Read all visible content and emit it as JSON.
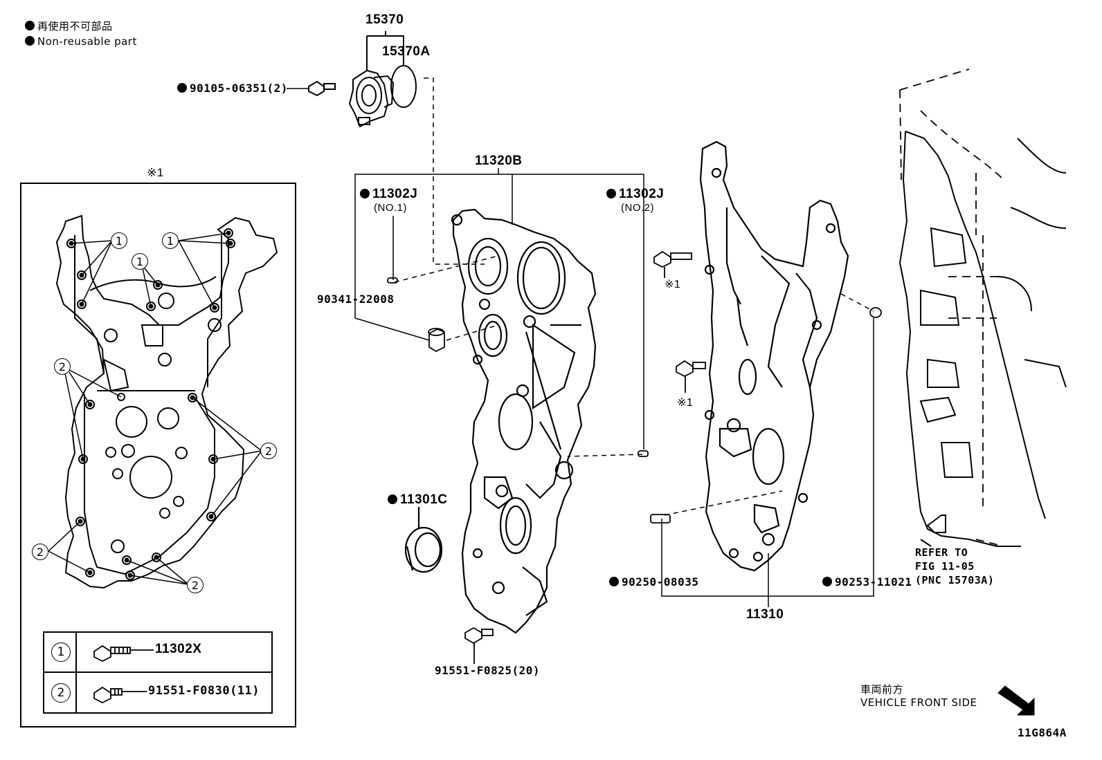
{
  "legend": {
    "ja": "再使用不可部品",
    "en": "Non-reusable part"
  },
  "diagram_code": "11G864A",
  "direction": {
    "ja": "車両前方",
    "en": "VEHICLE FRONT SIDE"
  },
  "inset": {
    "title": "※1",
    "callout_1": "1",
    "callout_2": "2",
    "table": [
      {
        "index": "1",
        "part": "11302X"
      },
      {
        "index": "2",
        "part": "91551-F0830(11)"
      }
    ]
  },
  "parts": {
    "p15370": "15370",
    "p15370A": "15370A",
    "p90105": "90105-06351(2)",
    "p11320B": "11320B",
    "p11302J_1": "11302J",
    "p11302J_1_sub": "(NO.1)",
    "p11302J_2": "11302J",
    "p11302J_2_sub": "(NO.2)",
    "p90341": "90341-22008",
    "p11301C": "11301C",
    "p91551": "91551-F0825(20)",
    "p90250": "90250-08035",
    "p90253": "90253-11021",
    "p11310": "11310",
    "ref1": "※1",
    "ref2": "※1",
    "refer_line1": "REFER TO",
    "refer_line2": "FIG 11-05",
    "refer_line3": "(PNC 15703A)"
  }
}
